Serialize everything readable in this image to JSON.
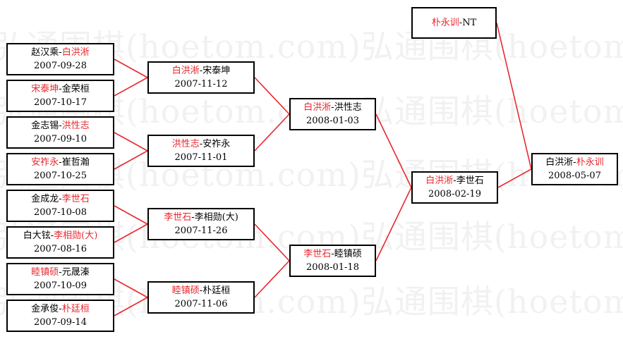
{
  "watermark": {
    "text": "弘通围棋(hoetom.com)弘通围棋(hoetom.com)弘通围棋"
  },
  "colors": {
    "winner": "#e8282e",
    "text": "#000000",
    "line": "#e8282e",
    "border": "#000000"
  },
  "matches": [
    {
      "id": "r1-1",
      "p1": "赵汉乘",
      "p2": "白洪淅",
      "winner": 2,
      "date": "2007-09-28"
    },
    {
      "id": "r1-2",
      "p1": "宋泰坤",
      "p2": "金荣桓",
      "winner": 1,
      "date": "2007-10-17"
    },
    {
      "id": "r1-3",
      "p1": "金志锡",
      "p2": "洪性志",
      "winner": 2,
      "date": "2007-09-10"
    },
    {
      "id": "r1-4",
      "p1": "安祚永",
      "p2": "崔哲瀚",
      "winner": 1,
      "date": "2007-10-25"
    },
    {
      "id": "r1-5",
      "p1": "金成龙",
      "p2": "李世石",
      "winner": 2,
      "date": "2007-10-08"
    },
    {
      "id": "r1-6",
      "p1": "白大铉",
      "p2": "李相勋(大)",
      "winner": 2,
      "date": "2007-08-16"
    },
    {
      "id": "r1-7",
      "p1": "睦镇硕",
      "p2": "元晟溱",
      "winner": 1,
      "date": "2007-10-09"
    },
    {
      "id": "r1-8",
      "p1": "金承俊",
      "p2": "朴廷桓",
      "winner": 2,
      "date": "2007-09-14"
    },
    {
      "id": "r2-1",
      "p1": "白洪淅",
      "p2": "宋泰坤",
      "winner": 1,
      "date": "2007-11-12"
    },
    {
      "id": "r2-2",
      "p1": "洪性志",
      "p2": "安祚永",
      "winner": 1,
      "date": "2007-11-01"
    },
    {
      "id": "r2-3",
      "p1": "李世石",
      "p2": "李相勋(大)",
      "winner": 1,
      "date": "2007-11-26"
    },
    {
      "id": "r2-4",
      "p1": "睦镇硕",
      "p2": "朴廷桓",
      "winner": 1,
      "date": "2007-11-06"
    },
    {
      "id": "r3-1",
      "p1": "白洪淅",
      "p2": "洪性志",
      "winner": 1,
      "date": "2008-01-03"
    },
    {
      "id": "r3-2",
      "p1": "李世石",
      "p2": "睦镇硕",
      "winner": 1,
      "date": "2008-01-18"
    },
    {
      "id": "r4-1",
      "p1": "白洪淅",
      "p2": "李世石",
      "winner": 1,
      "date": "2008-02-19"
    },
    {
      "id": "seed",
      "p1": "朴永训",
      "p2": "NT",
      "winner": 1,
      "date": ""
    },
    {
      "id": "final",
      "p1": "白洪淅",
      "p2": "朴永训",
      "winner": 2,
      "date": "2008-05-07"
    }
  ]
}
